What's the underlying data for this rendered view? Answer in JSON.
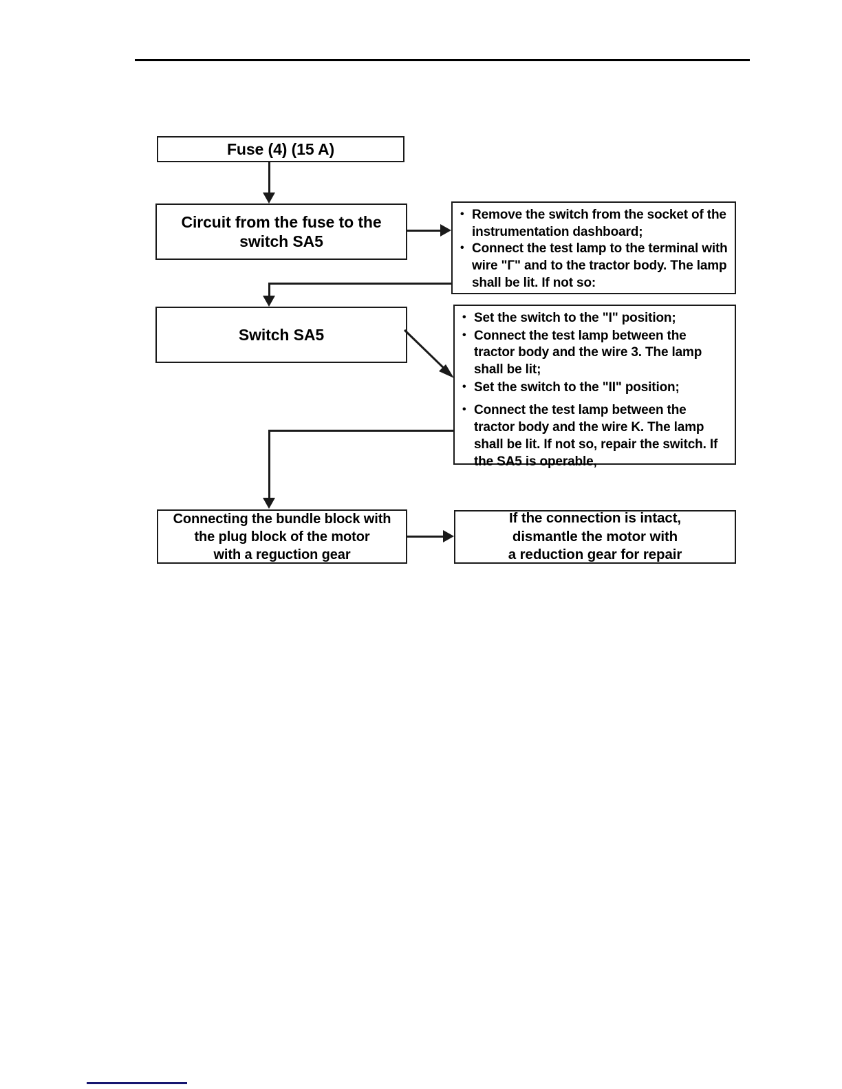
{
  "document": {
    "title": "Troubleshooting flowchart — Fuse (4) (15 A) circuit",
    "header_rule": true,
    "footer_rule_color": "#161670"
  },
  "flowchart": {
    "type": "flowchart",
    "orientation": "top-to-bottom with right-hand instruction panels",
    "nodes": [
      {
        "id": "fuse",
        "label": "Fuse (4) (15 A)",
        "shape": "rectangle"
      },
      {
        "id": "circuit",
        "label": "Circuit from the fuse to the\nswitch SA5",
        "shape": "rectangle"
      },
      {
        "id": "switch",
        "label": "Switch SA5",
        "shape": "rectangle"
      },
      {
        "id": "bundle",
        "label": "Connecting the bundle block with\nthe plug block of the motor\nwith a reguction gear",
        "shape": "rectangle"
      },
      {
        "id": "dismantle",
        "label": "If the connection is intact,\ndismantle the motor with\na reduction gear for repair",
        "shape": "rectangle"
      }
    ],
    "panels": [
      {
        "id": "panel-circuit",
        "from_node": "circuit",
        "bullets": [
          "Remove the switch from the socket of the instrumentation dashboard;",
          "Connect the test lamp to the terminal with wire \"Г\" and to the tractor body. The lamp shall be lit. If not so:"
        ]
      },
      {
        "id": "panel-switch",
        "from_node": "switch",
        "bullets": [
          "Set the switch to the \"I\" position;",
          "Connect the test lamp between the tractor body and the wire 3. The lamp shall be lit;",
          "Set the switch to the \"II\" position;",
          "Connect the test lamp between the tractor body and the wire K. The lamp shall be lit. If not so, repair the switch. If the SA5 is operable,"
        ]
      }
    ],
    "edges": [
      {
        "from": "fuse",
        "to": "circuit",
        "style": "vertical-arrow"
      },
      {
        "from": "circuit",
        "to": "panel-circuit",
        "style": "horizontal-arrow"
      },
      {
        "from": "panel-circuit",
        "to": "switch",
        "style": "elbow-feedback-arrow"
      },
      {
        "from": "switch",
        "to": "panel-switch",
        "style": "diagonal-arrow"
      },
      {
        "from": "panel-switch",
        "to": "bundle",
        "style": "elbow-feedback-arrow"
      },
      {
        "from": "bundle",
        "to": "dismantle",
        "style": "horizontal-arrow"
      }
    ]
  }
}
